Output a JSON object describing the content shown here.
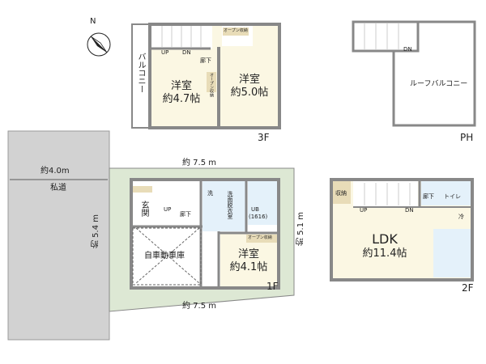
{
  "compass": {
    "label": "N"
  },
  "floor3": {
    "label": "3F",
    "balcony": "バルコニー",
    "room_left": {
      "name": "洋室",
      "size": "約4.7帖"
    },
    "room_right": {
      "name": "洋室",
      "size": "約5.0帖"
    },
    "up": "UP",
    "dn": "DN",
    "hall": "廊下",
    "open_storage": "オープン収納",
    "open_storage_small": "オープン収納"
  },
  "penthouse": {
    "label": "PH",
    "roof_balcony": "ルーフバルコニー",
    "dn": "DN"
  },
  "road": {
    "width": "約4.0m",
    "name": "私道"
  },
  "floor1": {
    "label": "1F",
    "top_dim": "約 7.5 m",
    "bottom_dim": "約 7.5 m",
    "left_dim": "約 5.4 m",
    "right_dim": "約 5.1 m",
    "entrance": "玄関",
    "up": "UP",
    "hall": "廊下",
    "washer": "洗",
    "washroom": "洗面脱衣室",
    "bath": "UB",
    "bath_size": "(1616)",
    "open_storage": "オープン収納",
    "garage": "自車動車庫",
    "room": {
      "name": "洋室",
      "size": "約4.1帖"
    }
  },
  "floor2": {
    "label": "2F",
    "storage": "収納",
    "up": "UP",
    "dn": "DN",
    "hall": "廊下",
    "toilet": "トイレ",
    "fridge": "冷",
    "ldk": {
      "name": "LDK",
      "size": "約11.4帖"
    }
  },
  "colors": {
    "wall": "#8a8a8a",
    "room": "#fbf7e3",
    "wet": "#e4f1fa",
    "site": "#dde8d4",
    "road": "#d2d2d2",
    "storage": "#e8dcb8"
  }
}
